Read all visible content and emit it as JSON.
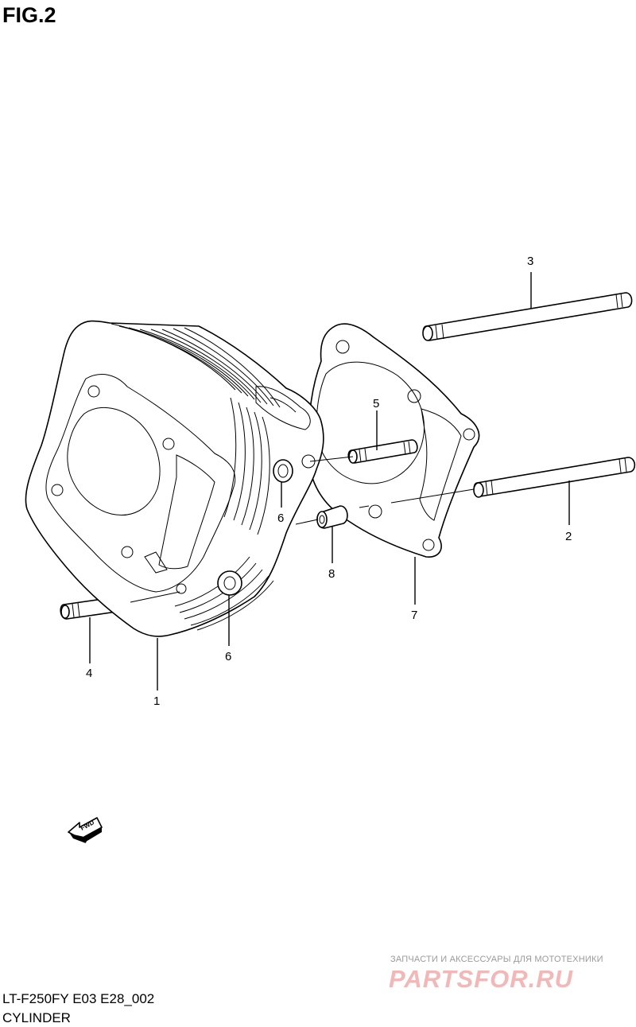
{
  "figure": {
    "title": "FIG.2"
  },
  "callouts": [
    {
      "id": "1",
      "label": "1"
    },
    {
      "id": "2",
      "label": "2"
    },
    {
      "id": "3",
      "label": "3"
    },
    {
      "id": "4",
      "label": "4"
    },
    {
      "id": "5",
      "label": "5"
    },
    {
      "id": "6a",
      "label": "6"
    },
    {
      "id": "6b",
      "label": "6"
    },
    {
      "id": "7",
      "label": "7"
    },
    {
      "id": "8",
      "label": "8"
    }
  ],
  "fwd_arrow": {
    "label": "FWD"
  },
  "footer": {
    "model_code": "LT-F250FY E03 E28_002",
    "part_name": "CYLINDER"
  },
  "watermark": {
    "caption": "ЗАПЧАСТИ И АКСЕССУАРЫ ДЛЯ МОТОТЕХНИКИ",
    "logo": "PARTSFOR.RU"
  }
}
